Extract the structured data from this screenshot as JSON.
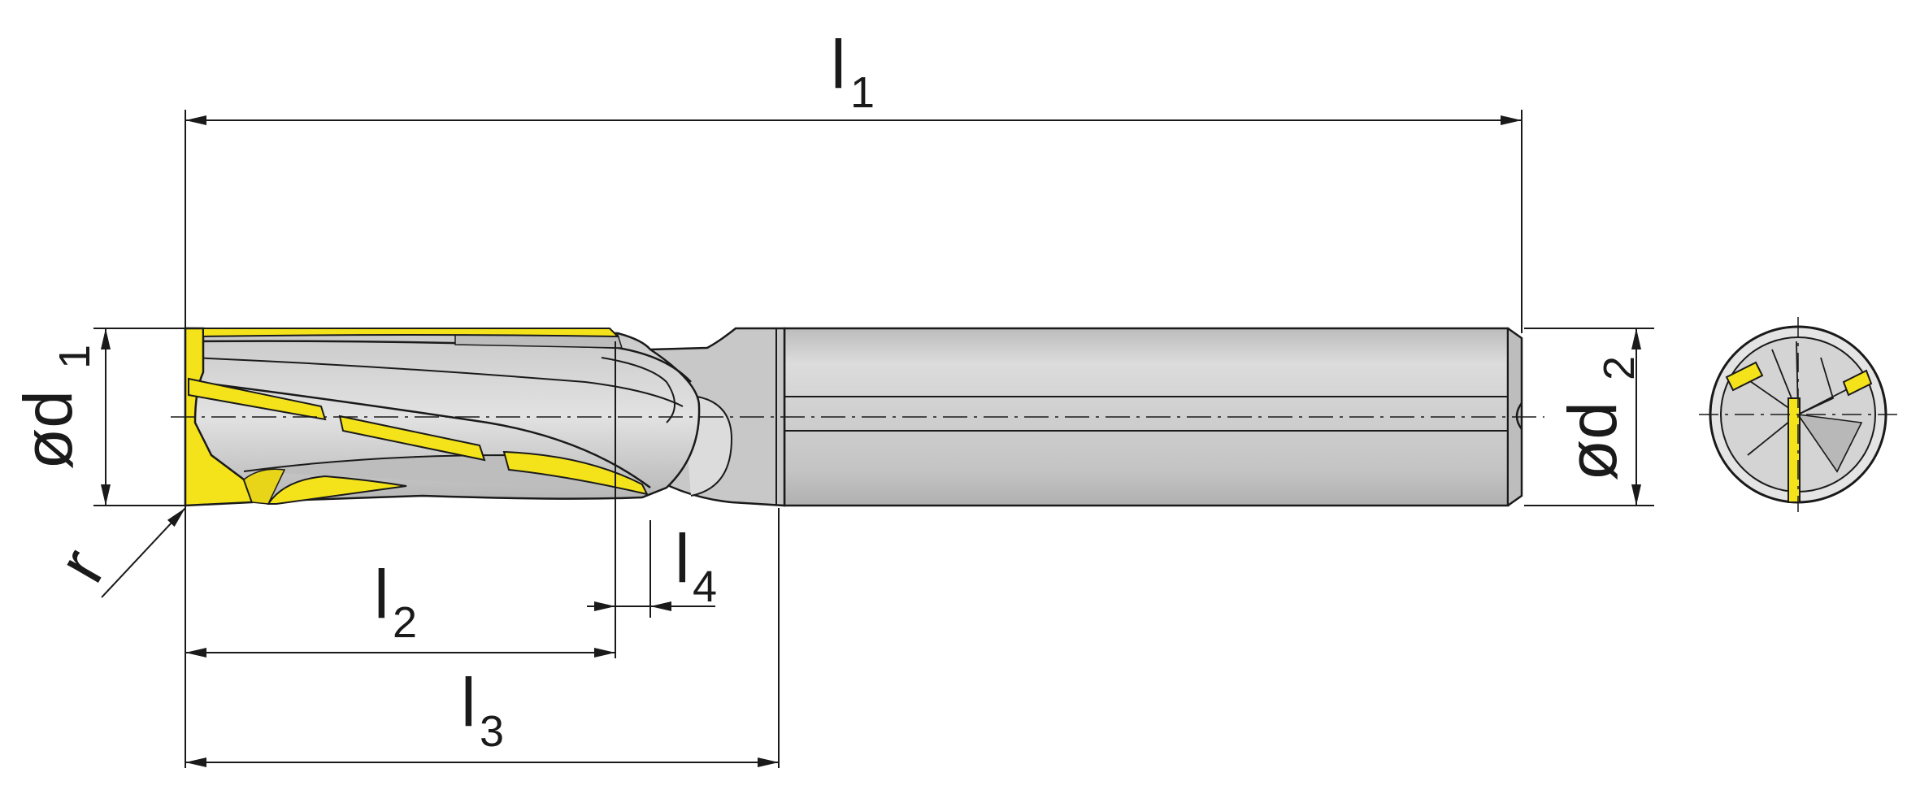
{
  "colors": {
    "line": "#1a1a1a",
    "body": "#d2d2d2",
    "body_dark": "#a9a9a9",
    "body_light": "#e6e6e6",
    "insert": "#f4e31b",
    "insert_dark": "#c9b800",
    "background": "#ffffff"
  },
  "dimensions": {
    "l1": {
      "main": "l",
      "sub": "1"
    },
    "l2": {
      "main": "l",
      "sub": "2"
    },
    "l3": {
      "main": "l",
      "sub": "3"
    },
    "l4": {
      "main": "l",
      "sub": "4"
    },
    "d1": {
      "main": "ød",
      "sub": "1"
    },
    "d2": {
      "main": "ød",
      "sub": "2"
    },
    "r": {
      "main": "r"
    }
  },
  "icons": {
    "tool": "end-mill-side-view",
    "end_view": "end-mill-end-view"
  }
}
